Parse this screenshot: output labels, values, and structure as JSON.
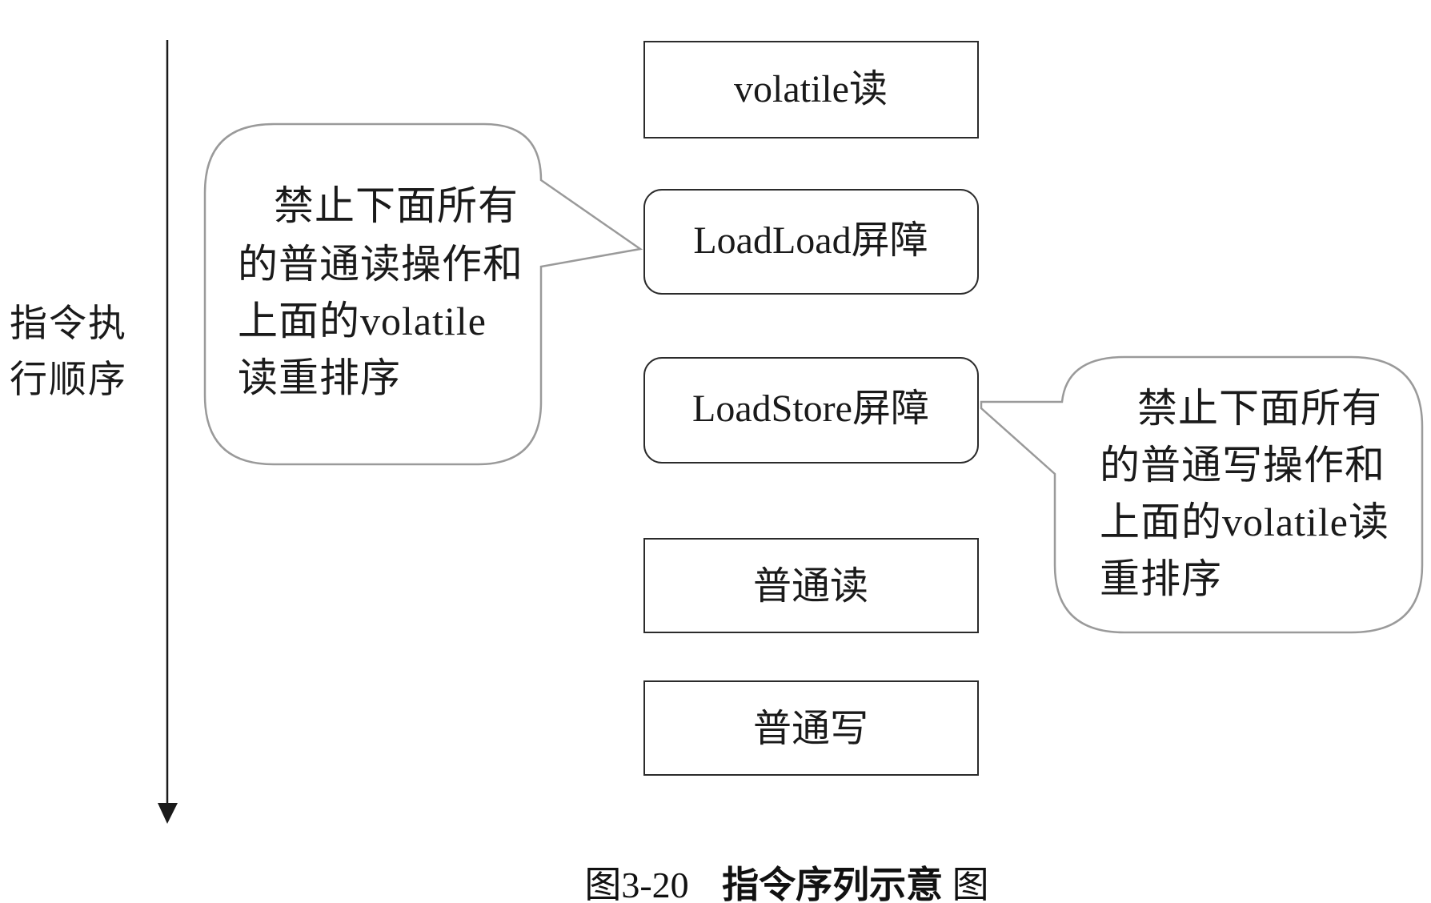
{
  "axis": {
    "label_lines": [
      "指令执",
      "行顺序"
    ]
  },
  "sequence": [
    {
      "id": "volatile-read",
      "label": "volatile读",
      "shape": "rect"
    },
    {
      "id": "loadload-barrier",
      "label": "LoadLoad屏障",
      "shape": "rounded"
    },
    {
      "id": "loadstore-barrier",
      "label": "LoadStore屏障",
      "shape": "rounded"
    },
    {
      "id": "normal-read",
      "label": "普通读",
      "shape": "rect"
    },
    {
      "id": "normal-write",
      "label": "普通写",
      "shape": "rect"
    }
  ],
  "callouts": {
    "loadload": {
      "target": "loadload-barrier",
      "lines": [
        "禁止下面所有",
        "的普通读操作和",
        "上面的volatile",
        "读重排序"
      ]
    },
    "loadstore": {
      "target": "loadstore-barrier",
      "lines": [
        "禁止下面所有",
        "的普通写操作和",
        "上面的volatile读",
        "重排序"
      ]
    }
  },
  "caption": {
    "number": "图3-20",
    "title": "指令序列示意",
    "suffix": "图"
  },
  "colors": {
    "box_stroke": "#2b2b2b",
    "bubble_stroke": "#9a9a9a",
    "axis": "#1a1a1a",
    "text": "#1a1a1a"
  }
}
